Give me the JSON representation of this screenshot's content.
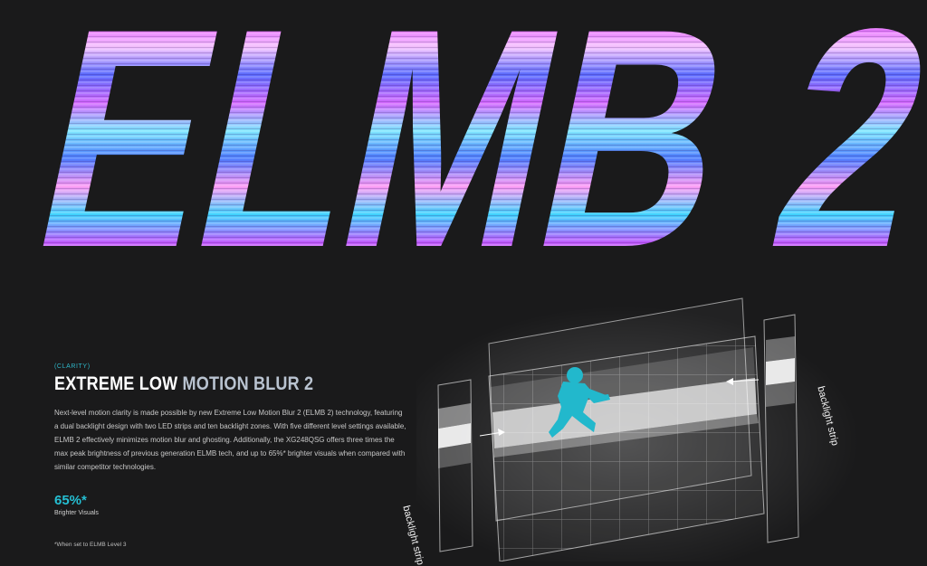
{
  "hero": {
    "title": "ELMB 2"
  },
  "section": {
    "eyebrow": "(CLARITY)",
    "title_part1": "EXTREME LOW ",
    "title_part2": "MOTION BLUR 2",
    "description": "Next-level motion clarity is made possible by new Extreme Low Motion Blur 2 (ELMB 2) technology, featuring a dual backlight design with two LED strips and ten backlight zones. With five different level settings available, ELMB 2 effectively minimizes motion blur and ghosting. Additionally, the XG248QSG offers three times the max peak brightness of previous generation ELMB tech, and up to 65%* brighter visuals when compared with similar competitor technologies.",
    "stat": {
      "value": "65%*",
      "label": "Brighter Visuals"
    },
    "footnote": "*When set to ELMB Level 3"
  },
  "diagram": {
    "left_strip_label": "backlight strip",
    "right_strip_label": "backlight strip",
    "accent_color": "#22b8cc"
  },
  "colors": {
    "background": "#1a1a1b",
    "accent": "#25bfd3"
  }
}
